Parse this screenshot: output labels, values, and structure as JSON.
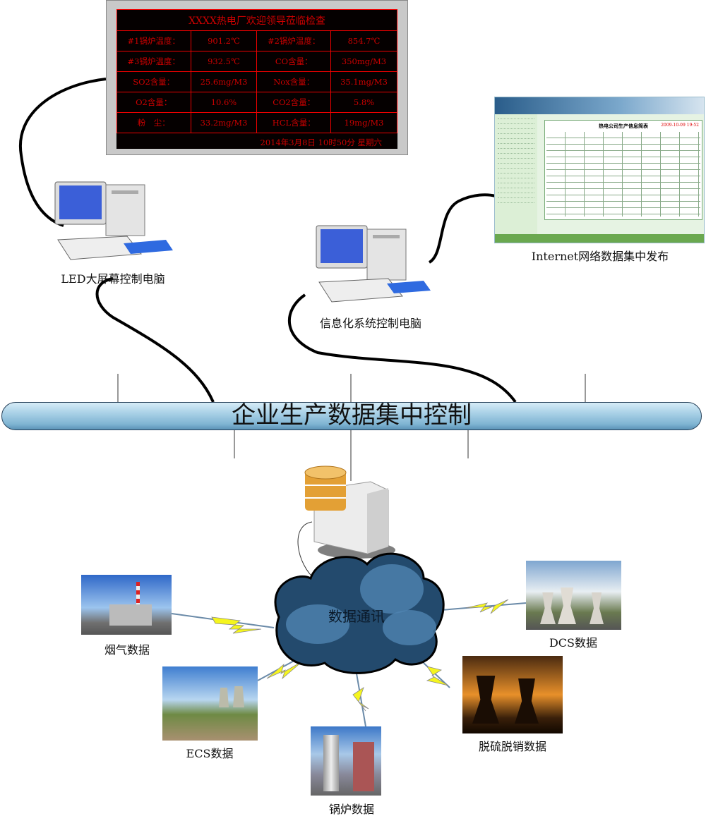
{
  "led_board": {
    "title": "XXXX热电厂欢迎领导莅临检查",
    "rows": [
      [
        "#1锅炉温度：",
        "901.2℃",
        "#2锅炉温度：",
        "854.7℃"
      ],
      [
        "#3锅炉温度：",
        "932.5℃",
        "CO含量：",
        "350mg/M3"
      ],
      [
        "SO2含量：",
        "25.6mg/M3",
        "Nox含量：",
        "35.1mg/M3"
      ],
      [
        "O2含量：",
        "10.6%",
        "CO2含量：",
        "5.8%"
      ],
      [
        "粉　尘：",
        "33.2mg/M3",
        "HCL含量：",
        "19mg/M3"
      ]
    ],
    "footer": "2014年3月8日  10时50分  星期六"
  },
  "web_screenshot": {
    "report_title": "热电公司生产信息简表",
    "datetime": "2009-10-09 19:52"
  },
  "labels": {
    "led_pc": "LED大屏幕控制电脑",
    "info_pc": "信息化系统控制电脑",
    "internet": "Internet网络数据集中发布",
    "bus": "企业生产数据集中控制",
    "cloud": "数据通讯",
    "flue": "烟气数据",
    "ecs": "ECS数据",
    "boiler": "锅炉数据",
    "desulf": "脱硫脱销数据",
    "dcs": "DCS数据"
  },
  "colors": {
    "led_text": "#cc0000",
    "pipe": "#a8d0e6",
    "cloud": "#2f5a80",
    "lightning": "#f5f51e"
  }
}
